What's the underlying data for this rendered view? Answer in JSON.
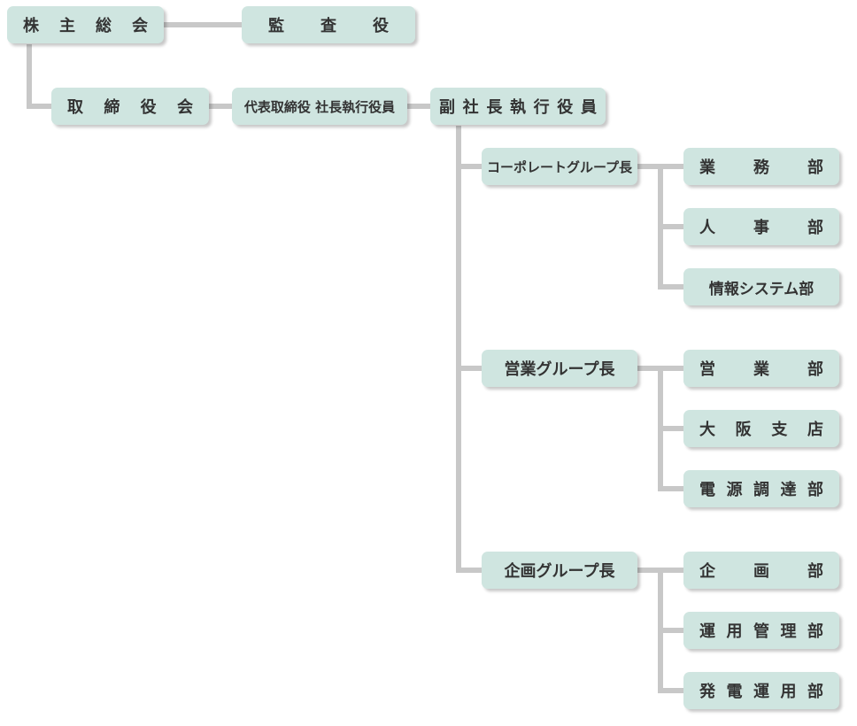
{
  "colors": {
    "box_fill": "#cfe5e0",
    "connector": "#c8c8c8",
    "text": "#333333"
  },
  "nodes": {
    "shareholders_meeting": "株主総会",
    "auditor": "監査役",
    "board_of_directors": "取締役会",
    "representative_director_president": "代表取締役 社長執行役員",
    "executive_vice_president": "副社長執行役員",
    "corporate_group_head": "コーポレートグループ長",
    "general_affairs_dept": "業務部",
    "human_resources_dept": "人事部",
    "information_systems_dept": "情報システム部",
    "sales_group_head": "営業グループ長",
    "sales_dept": "営業部",
    "osaka_branch": "大阪支店",
    "power_procurement_dept": "電源調達部",
    "planning_group_head": "企画グループ長",
    "planning_dept": "企画部",
    "operations_management_dept": "運用管理部",
    "power_generation_operations_dept": "発電運用部"
  }
}
